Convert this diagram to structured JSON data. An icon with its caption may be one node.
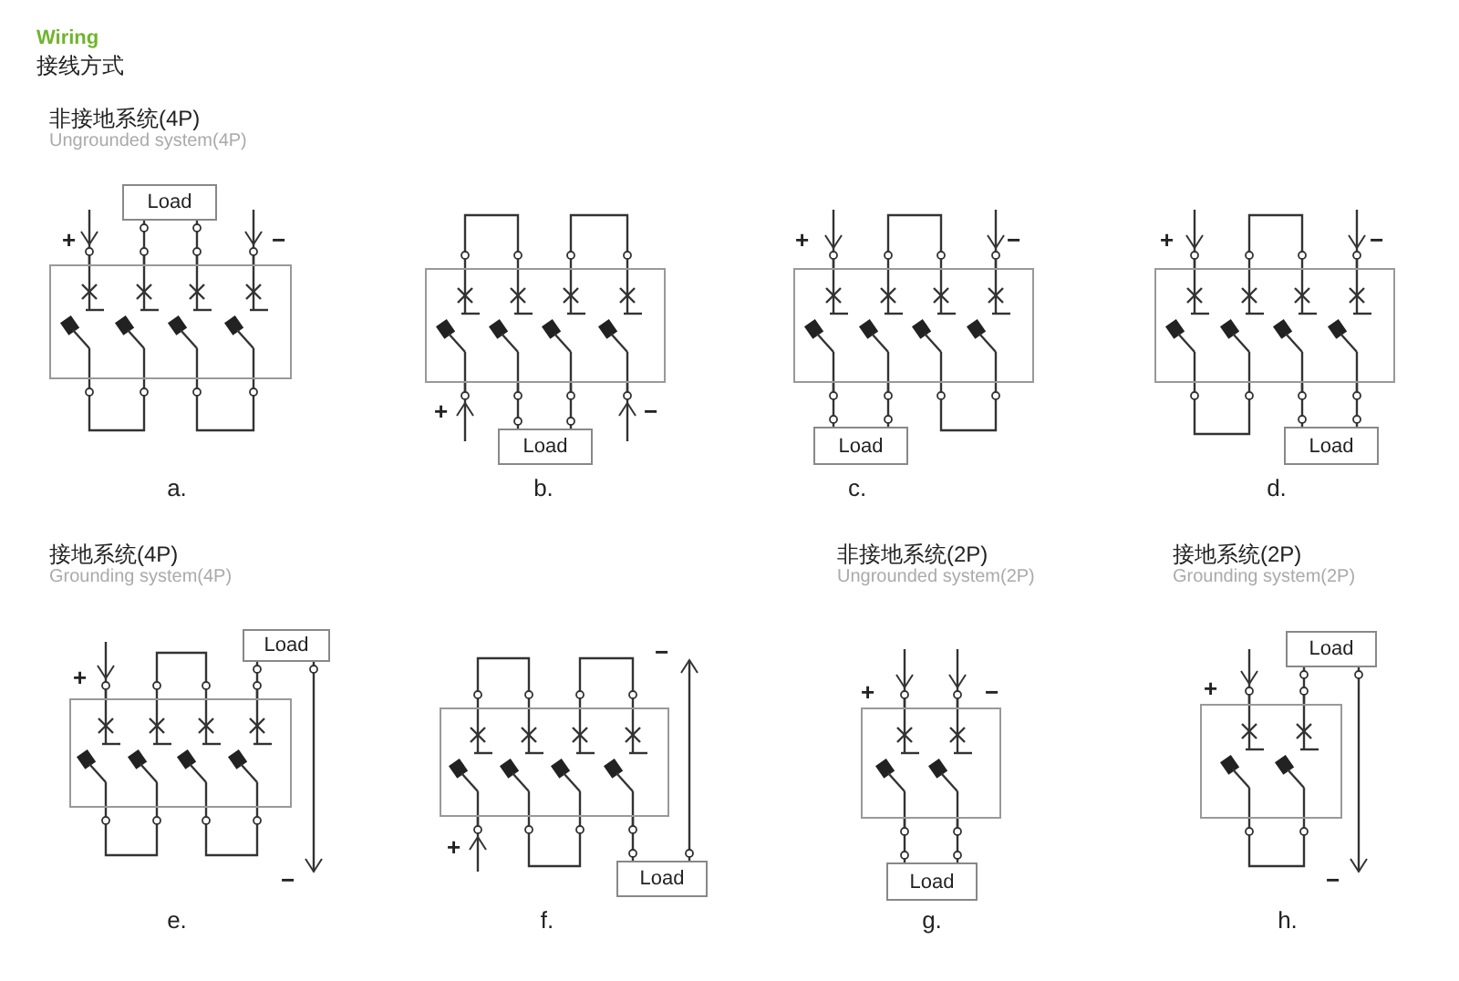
{
  "diagram": {
    "title": "Wiring",
    "nodes": [
      {
        "text": [],
        "shape": "box"
      },
      {
        "text": [
          "Load"
        ]
      },
      {
        "text": [],
        "shape": "box"
      },
      {
        "text": [
          "Load"
        ]
      },
      {
        "text": [],
        "shape": "box"
      },
      {
        "text": [
          "Load"
        ]
      },
      {
        "text": [],
        "shape": "box"
      },
      {
        "text": [
          "Load"
        ]
      },
      {
        "text": [],
        "shape": "box"
      },
      {
        "text": [
          "Load"
        ]
      },
      {
        "text": [],
        "shape": "box"
      },
      {
        "text": [
          "Load"
        ]
      },
      {
        "text": [],
        "shape": "box"
      },
      {
        "text": [
          "Load"
        ]
      },
      {
        "text": [],
        "shape": "box"
      },
      {
        "text": [
          "Load"
        ]
      },
      {
        "text": [
          "−"
        ]
      },
      {
        "text": [
          "−"
        ]
      },
      {
        "text": [
          "−"
        ]
      }
    ],
    "edges": [
      {
        "from": null,
        "to": 0,
        "arrow": "to"
      },
      {
        "from": null,
        "to": 0,
        "arrow": "to"
      },
      {
        "from": 1,
        "to": 0,
        "arrow": "other"
      },
      {
        "from": 1,
        "to": 0,
        "arrow": "other"
      },
      {
        "from": null,
        "to": 2,
        "arrow": "to"
      },
      {
        "from": null,
        "to": 2,
        "arrow": "to"
      },
      {
        "from": 3,
        "to": 2,
        "arrow": "other"
      },
      {
        "from": 3,
        "to": 2,
        "arrow": "other"
      },
      {
        "from": null,
        "to": 4,
        "arrow": "to"
      },
      {
        "from": null,
        "to": 4,
        "arrow": "to"
      },
      {
        "from": 5,
        "to": 4,
        "arrow": "other"
      },
      {
        "from": 5,
        "to": 4,
        "arrow": "other"
      },
      {
        "from": null,
        "to": 6,
        "arrow": "to"
      },
      {
        "from": null,
        "to": 6,
        "arrow": "to"
      },
      {
        "from": 7,
        "to": 6,
        "arrow": "other"
      },
      {
        "from": 7,
        "to": 6,
        "arrow": "other"
      },
      {
        "from": null,
        "to": 8,
        "arrow": "to"
      },
      {
        "from": 9,
        "to": 8,
        "arrow": "other"
      },
      {
        "from": 9,
        "to": 16,
        "arrow": "to"
      },
      {
        "from": null,
        "to": 10,
        "arrow": "to"
      },
      {
        "from": 11,
        "to": 10,
        "arrow": "other"
      },
      {
        "from": 11,
        "to": 17,
        "arrow": "to"
      },
      {
        "from": null,
        "to": 12,
        "arrow": "to"
      },
      {
        "from": null,
        "to": 12,
        "arrow": "to"
      },
      {
        "from": 13,
        "to": 12,
        "arrow": "other"
      },
      {
        "from": 13,
        "to": 12,
        "arrow": "other"
      },
      {
        "from": null,
        "to": 14,
        "arrow": "to"
      },
      {
        "from": 15,
        "to": 14,
        "arrow": "other"
      },
      {
        "from": 15,
        "to": 18,
        "arrow": "to"
      }
    ],
    "labels": [
      "接线方式",
      "非接地系统(4P)",
      "Ungrounded system(4P)",
      "+",
      "−",
      "+",
      "−",
      "+",
      "−",
      "+",
      "−",
      "a.",
      "b.",
      "c.",
      "d.",
      "接地系统(4P)",
      "Grounding system(4P)",
      "非接地系统(2P)",
      "Ungrounded system(2P)",
      "接地系统(2P)",
      "Grounding system(2P)",
      "+",
      "+",
      "+",
      "−",
      "+",
      "e.",
      "f.",
      "g.",
      "h."
    ]
  }
}
